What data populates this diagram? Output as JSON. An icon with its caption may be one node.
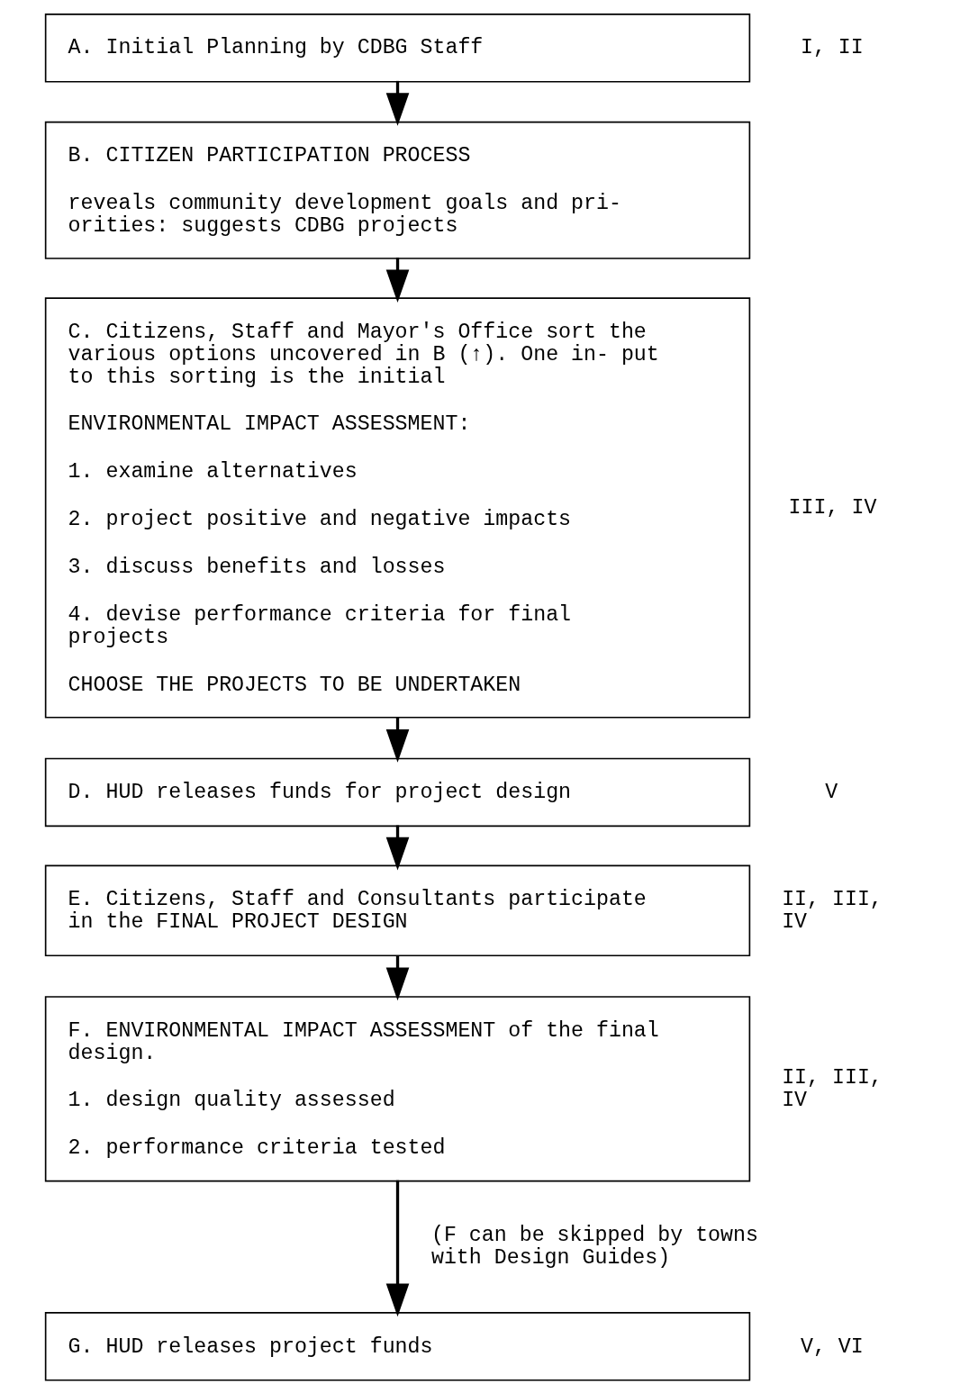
{
  "diagram": {
    "nodes": [
      {
        "text": [
          "A. Initial Planning by CDBG Staff"
        ],
        "beside": [
          "I, II"
        ]
      },
      {
        "text": [
          "B. CITIZEN PARTICIPATION PROCESS",
          "reveals community development goals and pri- orities: suggests CDBG projects"
        ]
      },
      {
        "text": [
          "C. Citizens, Staff and Mayor's Office sort the various options uncovered in B (↑). One in- put to this sorting is the initial",
          "ENVIRONMENTAL IMPACT ASSESSMENT:",
          "1. examine alternatives",
          "2. project positive and negative impacts",
          "3. discuss benefits and losses",
          "4. devise performance criteria for final projects",
          "CHOOSE THE PROJECTS TO BE UNDERTAKEN"
        ],
        "beside": [
          "III, IV"
        ]
      },
      {
        "text": [
          "D. HUD releases funds for project design"
        ],
        "beside": [
          "V"
        ]
      },
      {
        "text": [
          "E. Citizens, Staff and Consultants participate in the FINAL PROJECT DESIGN"
        ],
        "beside": [
          "II, III, IV"
        ]
      },
      {
        "text": [
          "F. ENVIRONMENTAL IMPACT ASSESSMENT of the final design.",
          "1. design quality assessed",
          "2. performance criteria tested"
        ],
        "beside": [
          "II, III, IV"
        ]
      },
      {
        "text": [
          "G. HUD releases project funds"
        ],
        "beside": [
          "V, VI"
        ]
      }
    ],
    "edges": [
      {
        "from": 0,
        "to": 1,
        "arrow": "to"
      },
      {
        "from": 1,
        "to": 2,
        "arrow": "to"
      },
      {
        "from": 2,
        "to": 3,
        "arrow": "to"
      },
      {
        "from": 3,
        "to": 4,
        "arrow": "to"
      },
      {
        "from": 4,
        "to": 5,
        "arrow": "to"
      },
      {
        "from": 5,
        "to": 6,
        "arrow": "to",
        "label": "(F can be skipped by towns with Design Guides)"
      }
    ]
  }
}
